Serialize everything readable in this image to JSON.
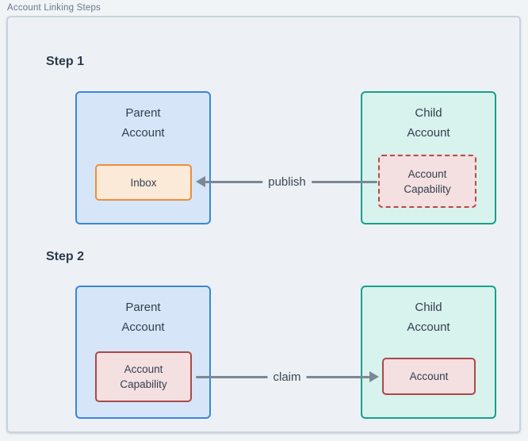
{
  "header": {
    "title": "Account Linking Steps"
  },
  "diagram": {
    "step1": {
      "heading": "Step 1",
      "parent_account": {
        "title": "Parent\nAccount",
        "inner_label": "Inbox"
      },
      "child_account": {
        "title": "Child\nAccount",
        "inner_label": "Account\nCapability",
        "inner_style": "dashed"
      },
      "arrow": {
        "label": "publish",
        "direction": "child-to-parent"
      }
    },
    "step2": {
      "heading": "Step 2",
      "parent_account": {
        "title": "Parent\nAccount",
        "inner_label": "Account\nCapability"
      },
      "child_account": {
        "title": "Child\nAccount",
        "inner_label": "Account"
      },
      "arrow": {
        "label": "claim",
        "direction": "parent-to-child"
      }
    }
  },
  "colors": {
    "panel_bg": "#edf1f5",
    "panel_border": "#c8d3dd",
    "parent_fill": "#d6e6f8",
    "parent_border": "#3a86dc",
    "child_fill": "#d8f2ed",
    "child_border": "#16a08c",
    "inbox_fill": "#fcead9",
    "inbox_border": "#ec8e3f",
    "capability_fill": "#f4dfe1",
    "capability_border": "#a9484a",
    "arrow": "#7b8894",
    "heading_text": "#2c3a4d",
    "label_text": "#33404f",
    "title_text": "#68778a"
  }
}
